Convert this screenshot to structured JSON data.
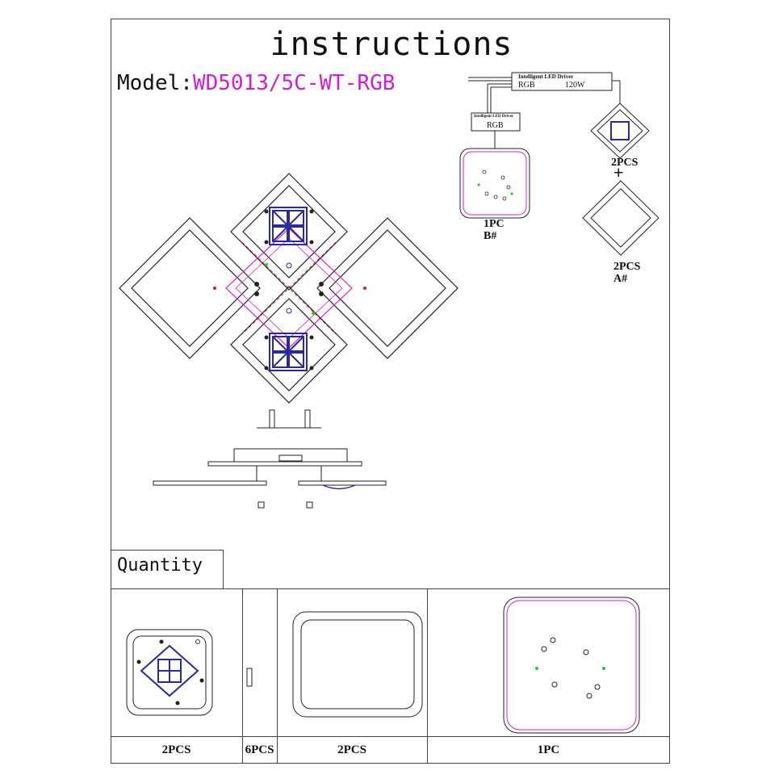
{
  "title": "instructions",
  "model": {
    "prefix": "Model:",
    "code": "WD5013/5C-WT-RGB"
  },
  "driver_main": {
    "line1": "Intelligent LED Driver",
    "line2_left": "RGB",
    "line2_right": "120W"
  },
  "driver_small": {
    "line1": "Intelligent LED Driver",
    "line2": "RGB"
  },
  "components": [
    {
      "count": "1PC",
      "part": "B#"
    },
    {
      "count": "2PCS",
      "part": ""
    },
    {
      "count": "2PCS",
      "part": "A#"
    }
  ],
  "plus_sign": "+",
  "quantity": {
    "title": "Quantity",
    "items": [
      {
        "count": "2PCS"
      },
      {
        "count": "6PCS"
      },
      {
        "count": "2PCS"
      },
      {
        "count": "1PC"
      }
    ]
  },
  "colors": {
    "accent_magenta": "#d21ed2",
    "module_blue": "#2a2a9a",
    "marker_green": "#22cc22",
    "marker_red": "#cc2222"
  }
}
